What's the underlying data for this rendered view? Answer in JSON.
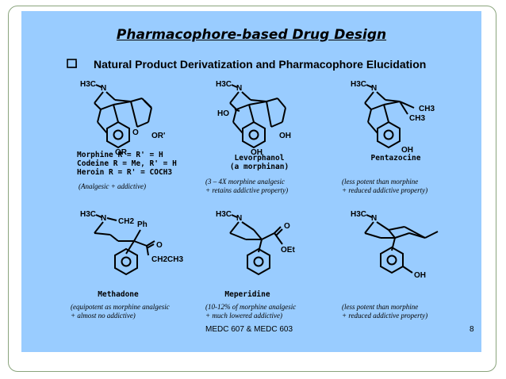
{
  "slide": {
    "title": "Pharmacophore-based Drug Design",
    "subtitle": "Natural Product Derivatization and Pharmacophore Elucidation",
    "footer": "MEDC 607 & MEDC 603",
    "page_number": "8"
  },
  "molecules": [
    {
      "atoms": {
        "methyl": "H3C",
        "n": "N",
        "o": "O",
        "or_prime": "OR'",
        "or": "OR"
      },
      "labels": [
        "Morphine R = R' = H",
        "Codeine R = Me, R' = H",
        "Heroin R = R' = COCH3"
      ],
      "note": [
        "(Analgesic + addictive)"
      ]
    },
    {
      "atoms": {
        "methyl": "H3C",
        "n": "N",
        "ho": "HO",
        "oh1": "OH",
        "oh2": "OH"
      },
      "labels": [
        "Levorphanol",
        "(a morphinan)"
      ],
      "note": [
        "(3 – 4X morphine analgesic",
        "+ retains addictive property)"
      ]
    },
    {
      "atoms": {
        "methyl": "H3C",
        "n": "N",
        "ch3a": "CH3",
        "ch3b": "CH3",
        "oh": "OH"
      },
      "labels": [
        "Pentazocine"
      ],
      "note": [
        "(less potent than morphine",
        "+ reduced addictive property)"
      ]
    },
    {
      "atoms": {
        "methyl": "H3C",
        "n": "N",
        "ch2": "CH2",
        "ph": "Ph",
        "o": "O",
        "ethyl": "CH2CH3"
      },
      "labels": [
        "Methadone"
      ],
      "note": [
        "(equipotent as morphine analgesic",
        "+ almost no addictive)"
      ]
    },
    {
      "atoms": {
        "methyl": "H3C",
        "n": "N",
        "o": "O",
        "oet": "OEt"
      },
      "labels": [
        "Meperidine"
      ],
      "note": [
        "(10-12% of morphine analgesic",
        "+ much lowered addictive)"
      ]
    },
    {
      "atoms": {
        "methyl": "H3C",
        "n": "N",
        "oh": "OH"
      },
      "labels": [],
      "note": [
        "(less potent than morphine",
        "+ reduced addictive property)"
      ]
    }
  ]
}
